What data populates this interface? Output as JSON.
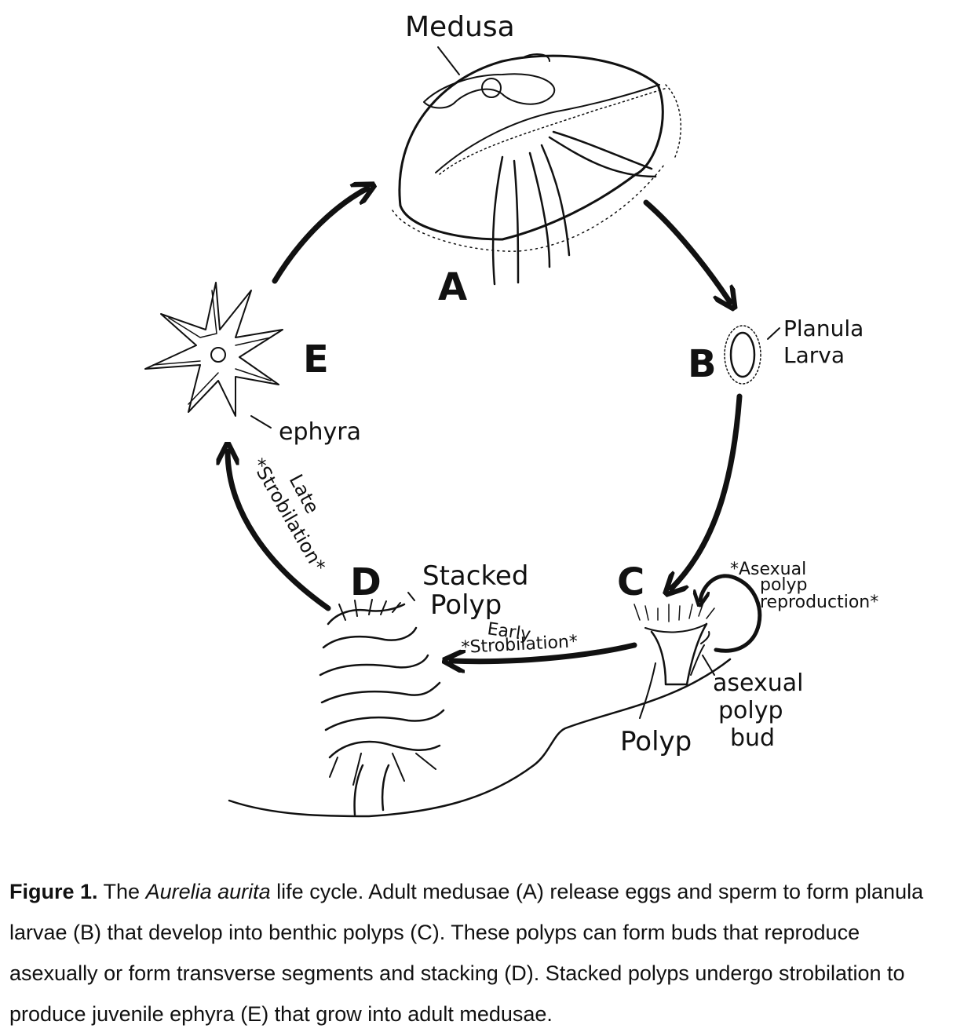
{
  "stages": {
    "A": {
      "letter": "A",
      "label": "Medusa"
    },
    "B": {
      "letter": "B",
      "label_line1": "Planula",
      "label_line2": "Larva"
    },
    "C": {
      "letter": "C",
      "label_polyp": "Polyp",
      "label_bud_line1": "asexual",
      "label_bud_line2": "polyp",
      "label_bud_line3": "bud",
      "loop_line1": "*Asexual",
      "loop_line2": "polyp",
      "loop_line3": "reproduction*"
    },
    "D": {
      "letter": "D",
      "label_line1": "Stacked",
      "label_line2": "Polyp"
    },
    "E": {
      "letter": "E",
      "label": "ephyra"
    }
  },
  "arrows": {
    "early_line1": "Early",
    "early_line2": "*Strobilation*",
    "late_line1": "Late",
    "late_line2": "*Strobilation*"
  },
  "caption": {
    "bold": "Figure 1.",
    "pre": " The ",
    "italic": "Aurelia aurita",
    "rest": " life cycle. Adult medusae (A) release eggs and sperm to form planula larvae (B) that develop into benthic polyps (C). These polyps can form buds that reproduce asexually or form transverse segments and stacking (D). Stacked polyps undergo strobilation to produce juvenile ephyra (E) that grow into adult medusae."
  }
}
